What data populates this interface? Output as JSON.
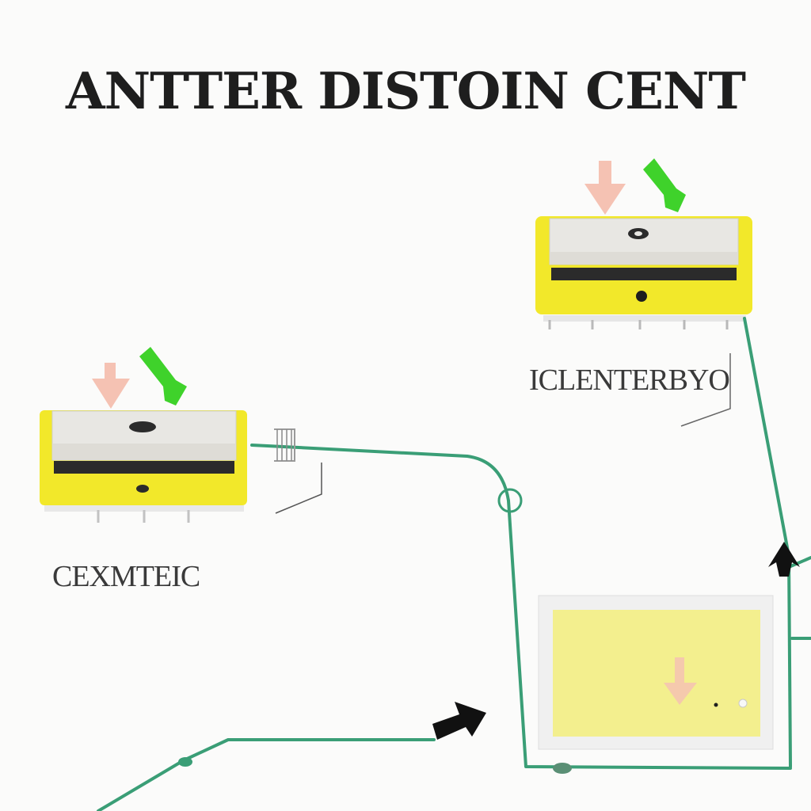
{
  "diagram": {
    "title": "ANTTER DISTOIN CENT",
    "labels": {
      "right_unit": "ICLENTERBYO",
      "left_unit": "CEXMTEIC"
    },
    "colors": {
      "unit_yellow": "#f2e82a",
      "unit_body": "#e7e6e2",
      "vent": "#2b2b2b",
      "pipe": "#3a9e76",
      "arrow_green": "#3fd22b",
      "arrow_pink": "#f5c2b3",
      "panel_fill": "#f3ef8e",
      "arrowhead": "#111111"
    },
    "icons": {
      "pink_arrow": "down-arrow-icon",
      "green_arrow": "down-arrow-icon",
      "flow_arrow": "arrowhead-icon"
    }
  }
}
